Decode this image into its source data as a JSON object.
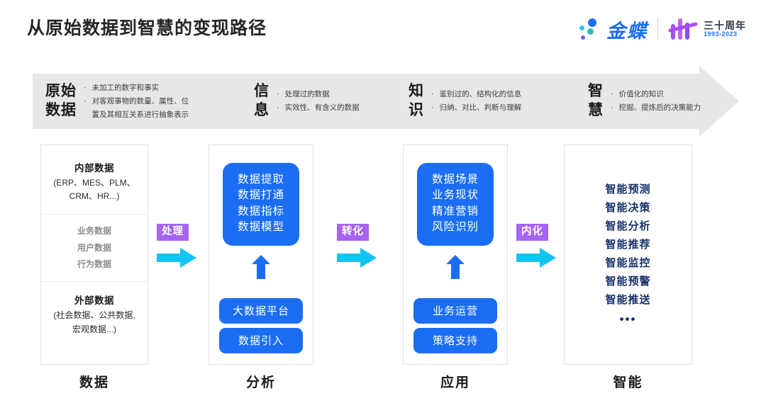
{
  "header": {
    "title": "从原始数据到智慧的变现路径",
    "brand": {
      "name": "金蝶",
      "anniversary": "三十周年",
      "years": "1993-2023"
    }
  },
  "banner": {
    "sections": [
      {
        "key": "原始\n数据",
        "key_line1": "原始",
        "key_line2": "数据",
        "bullets": [
          "未加工的数字和事实",
          "对客观事物的数量、属性、位",
          "置及其相互关系进行抽象表示"
        ],
        "bullet_count": 2
      },
      {
        "key_line1": "信",
        "key_line2": "息",
        "bullets": [
          "处理过的数据",
          "实效性、有含义的数据"
        ],
        "bullet_count": 2
      },
      {
        "key_line1": "知",
        "key_line2": "识",
        "bullets": [
          "鉴别过的、结构化的信息",
          "归纳、对比、判断与理解"
        ],
        "bullet_count": 2
      },
      {
        "key_line1": "智",
        "key_line2": "慧",
        "bullets": [
          "价值化的知识",
          "挖掘、提炼后的决策能力"
        ],
        "bullet_count": 2
      }
    ]
  },
  "stages": {
    "labels": [
      "数据",
      "分析",
      "应用",
      "智能"
    ],
    "stage1": {
      "internal_title": "内部数据",
      "internal_sub_line1": "(ERP、MES、PLM、",
      "internal_sub_line2": "CRM、HR...)",
      "middle": [
        "业务数据",
        "用户数据",
        "行为数据"
      ],
      "external_title": "外部数据",
      "external_sub_line1": "(社会数据、公共数据,",
      "external_sub_line2": "宏观数据...)"
    },
    "stage2": {
      "card_lines": [
        "数据提取",
        "数据打通",
        "数据指标",
        "数据模型"
      ],
      "pill1": "大数据平台",
      "pill2": "数据引入"
    },
    "stage3": {
      "card_lines": [
        "数据场景",
        "业务现状",
        "精准营销",
        "风险识别"
      ],
      "pill1": "业务运营",
      "pill2": "策略支持"
    },
    "stage4": {
      "items": [
        "智能预测",
        "智能决策",
        "智能分析",
        "智能推荐",
        "智能监控",
        "智能预警",
        "智能推送"
      ],
      "ellipsis": "•••"
    }
  },
  "connectors": [
    {
      "label": "处理"
    },
    {
      "label": "转化"
    },
    {
      "label": "内化"
    }
  ],
  "colors": {
    "blue": "#1b6ef3",
    "cyan": "#12c4f2",
    "purple": "#a663f4",
    "navy": "#17316b",
    "banner_gray": "#e7e7e7",
    "gray_text": "#8c8c8c"
  }
}
